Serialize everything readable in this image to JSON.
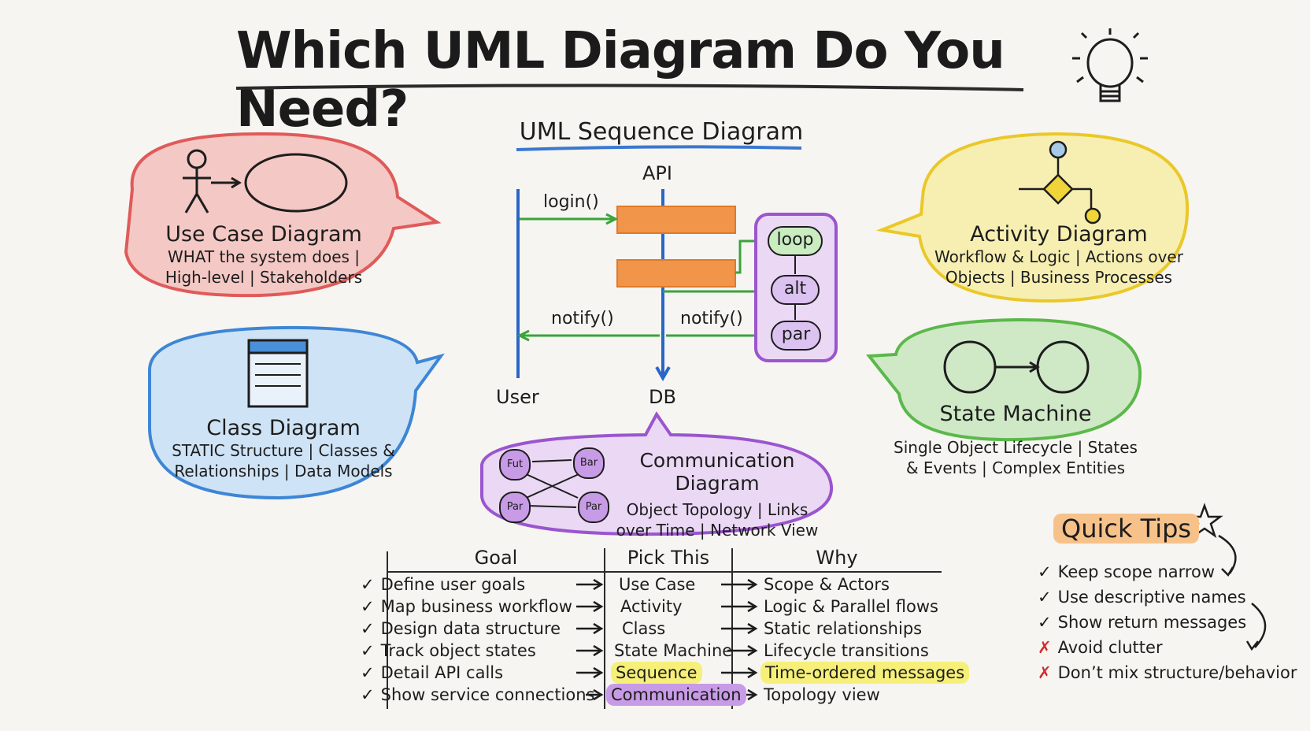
{
  "title": "Which UML Diagram Do You Need?",
  "sequence": {
    "title": "UML Sequence Diagram",
    "api": "API",
    "user": "User",
    "db": "DB",
    "login": "login()",
    "notify_left": "notify()",
    "notify_right": "notify()",
    "fragments": [
      "loop",
      "alt",
      "par"
    ]
  },
  "use_case": {
    "title": "Use Case Diagram",
    "line1": "WHAT the system does |",
    "line2": "High-level | Stakeholders"
  },
  "class_diagram": {
    "title": "Class Diagram",
    "line1": "STATIC Structure | Classes &",
    "line2": "Relationships | Data Models"
  },
  "activity": {
    "title": "Activity Diagram",
    "line1": "Workflow & Logic | Actions over",
    "line2": "Objects | Business Processes"
  },
  "state_machine": {
    "title": "State Machine",
    "line1": "Single Object Lifecycle | States",
    "line2": "& Events | Complex Entities"
  },
  "communication": {
    "title": "Communication Diagram",
    "line1": "Object Topology | Links",
    "line2": "over Time | Network View",
    "nodes": [
      "Fut",
      "Bar",
      "Par",
      "Par"
    ]
  },
  "table": {
    "headers": [
      "Goal",
      "Pick This",
      "Why"
    ],
    "rows": [
      {
        "goal": "Define user goals",
        "pick": "Use Case",
        "why": "Scope & Actors"
      },
      {
        "goal": "Map business workflow",
        "pick": "Activity",
        "why": "Logic & Parallel flows"
      },
      {
        "goal": "Design data structure",
        "pick": "Class",
        "why": "Static relationships"
      },
      {
        "goal": "Track object states",
        "pick": "State Machine",
        "why": "Lifecycle transitions"
      },
      {
        "goal": "Detail API calls",
        "pick": "Sequence",
        "why": "Time-ordered messages"
      },
      {
        "goal": "Show service connections",
        "pick": "Communication",
        "why": "Topology view"
      }
    ]
  },
  "tips": {
    "title": "Quick Tips",
    "items": [
      {
        "mark": "✓",
        "text": "Keep scope narrow"
      },
      {
        "mark": "✓",
        "text": "Use descriptive names"
      },
      {
        "mark": "✓",
        "text": "Show return messages"
      },
      {
        "mark": "✗",
        "text": "Avoid clutter"
      },
      {
        "mark": "✗",
        "text": "Don’t mix structure/behavior"
      }
    ]
  },
  "colors": {
    "use_case": "#e05a5a",
    "class": "#3d86d6",
    "activity": "#eac828",
    "state": "#5bb84a",
    "communication": "#9a55cf",
    "lifeline": "#2a66c8",
    "message": "#3aa33a",
    "activation": "#f0954a"
  }
}
